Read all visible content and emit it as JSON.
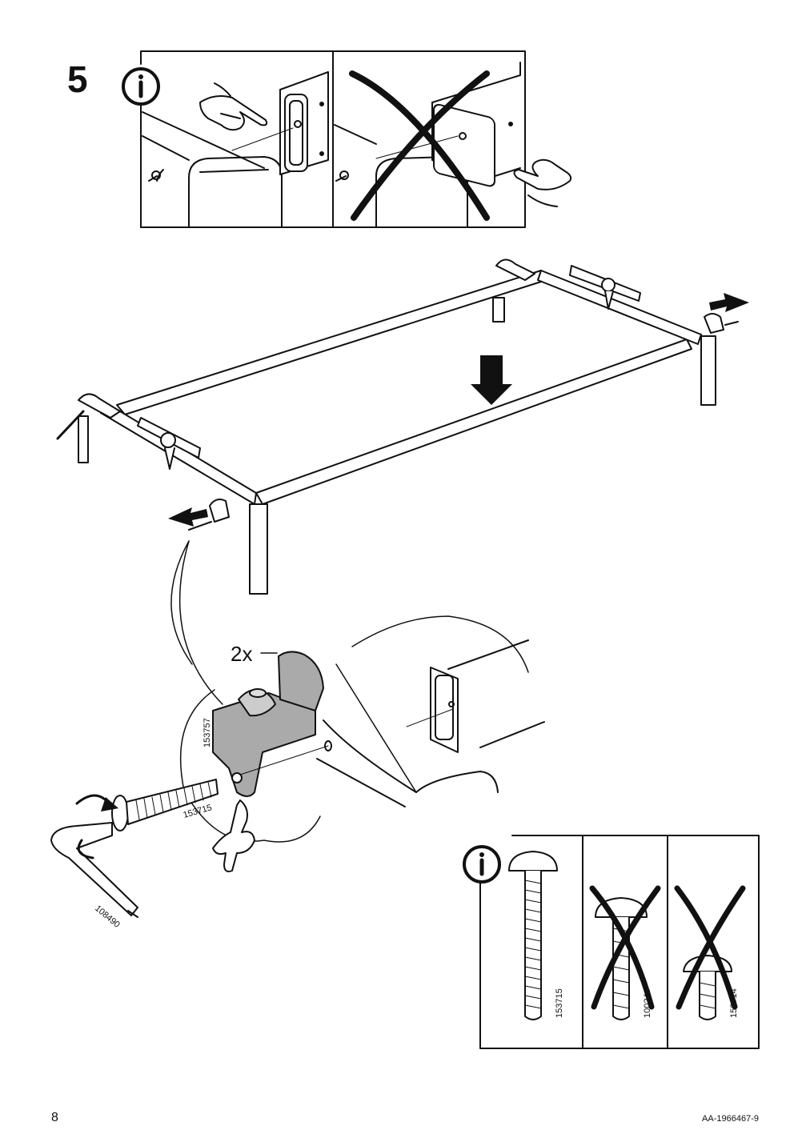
{
  "step": {
    "number": "5"
  },
  "detail": {
    "quantity": "2x"
  },
  "parts": {
    "bracket": "153757",
    "bolt": "153715",
    "allen_key": "108490"
  },
  "screw_panel": {
    "correct": "153715",
    "wrong_1": "100240",
    "wrong_2": "153714"
  },
  "footer": {
    "page": "8",
    "doc_code": "AA-1966467-9"
  },
  "icons": [
    "info-icon",
    "hand-pointing-icon",
    "cross-mark-icon",
    "push-arrow-icon",
    "down-arrow-icon",
    "rotate-arrow-icon"
  ]
}
